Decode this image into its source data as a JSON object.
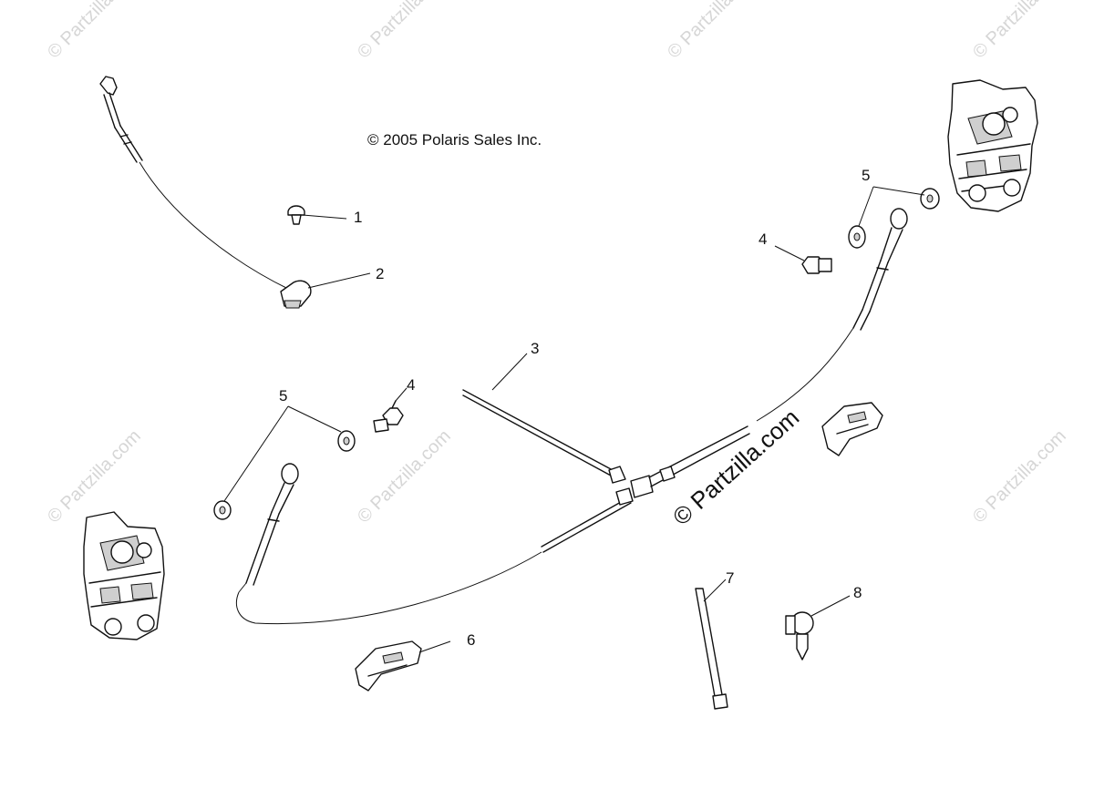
{
  "copyright": "© 2005 Polaris Sales Inc.",
  "watermark_text": "© Partzilla.com",
  "center_watermark": "© Partzilla.com",
  "callouts": [
    {
      "id": "callout-1",
      "label": "1"
    },
    {
      "id": "callout-2",
      "label": "2"
    },
    {
      "id": "callout-3",
      "label": "3"
    },
    {
      "id": "callout-4a",
      "label": "4"
    },
    {
      "id": "callout-4b",
      "label": "4"
    },
    {
      "id": "callout-5a",
      "label": "5"
    },
    {
      "id": "callout-5b",
      "label": "5"
    },
    {
      "id": "callout-6",
      "label": "6"
    },
    {
      "id": "callout-7",
      "label": "7"
    },
    {
      "id": "callout-8",
      "label": "8"
    }
  ],
  "colors": {
    "line": "#111111",
    "watermark": "#d6d6d6",
    "background": "#ffffff"
  }
}
